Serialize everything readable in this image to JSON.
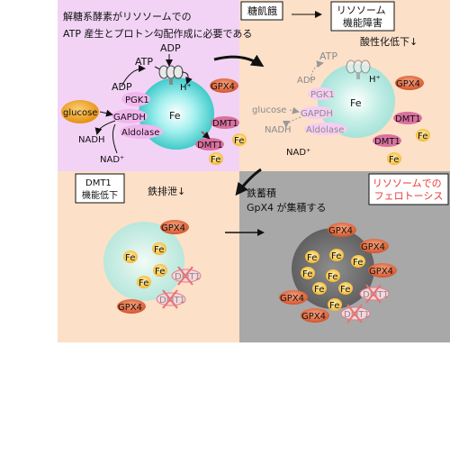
{
  "panel1": {
    "caption_line1": "解糖系酵素がリソソームでの",
    "caption_line2": "ATP 産生とプロトン勾配作成に必要である",
    "atp": "ATP",
    "adp_top": "ADP",
    "adp_left": "ADP",
    "h_plus": "H⁺",
    "gpx4": "GPX4",
    "pgk1": "PGK1",
    "gapdh": "GAPDH",
    "aldolase": "Aldolase",
    "glucose": "glucose",
    "nadh": "NADH",
    "nad_plus": "NAD⁺",
    "fe": "Fe",
    "dmt1": "DMT1"
  },
  "panel2": {
    "condition": "糖飢餓",
    "outcome": "リソソーム\n機能障害",
    "acid_drop": "酸性化低下↓",
    "atp": "ATP",
    "adp": "ADP",
    "h_plus": "H⁺",
    "gpx4": "GPX4",
    "pgk1": "PGK1",
    "gapdh": "GAPDH",
    "aldolase": "Aldolase",
    "glucose": "glucose",
    "nadh": "NADH",
    "nad_plus": "NAD⁺",
    "fe": "Fe",
    "dmt1": "DMT1"
  },
  "panel3": {
    "box": "DMT1\n機能低下",
    "iron_export": "鉄排泄↓",
    "gpx4": "GPX4",
    "fe": "Fe",
    "dmt1": "DMT1"
  },
  "panel4": {
    "title": "リソソームでの\nフェロトーシス",
    "line1": "鉄蓄積",
    "line2": "GpX4 が集積する",
    "gpx4": "GPX4",
    "fe": "Fe",
    "dmt1": "DMT1"
  },
  "colors": {
    "panel1_bg": "#f2d3f5",
    "panel2_bg": "#fce0c8",
    "panel3_bg": "#fce0c8",
    "panel4_bg": "#a8a8a8",
    "lysosome": "#4fd0cf",
    "gpx4": "#e8734a",
    "glucose": "#f2a11c",
    "enzyme": "#f2b6ee",
    "fe": "#f7c640",
    "dmt1": "#d9709e",
    "title_red": "#e53935"
  }
}
